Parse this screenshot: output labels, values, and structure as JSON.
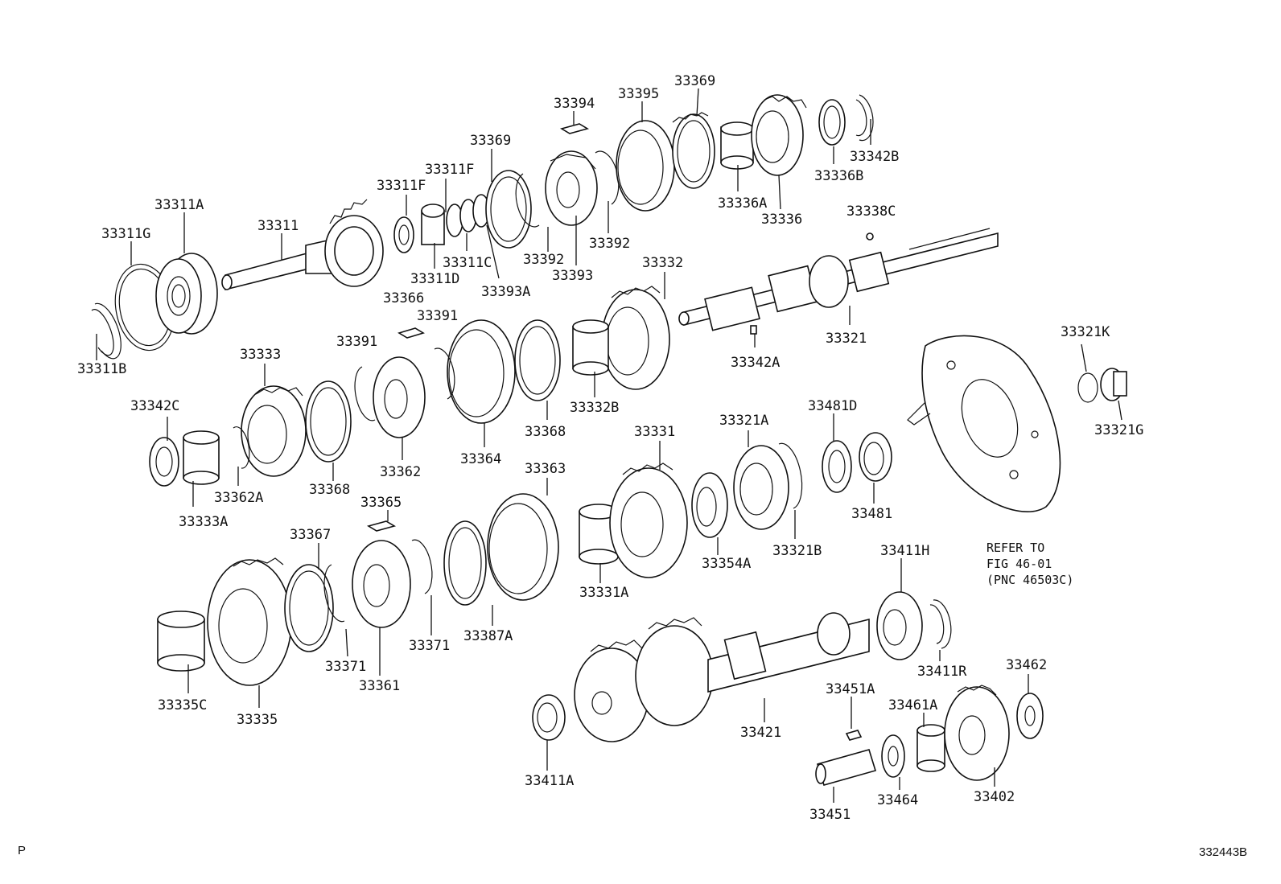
{
  "labels": [
    {
      "id": "33394",
      "text": "33394"
    },
    {
      "id": "33395",
      "text": "33395"
    },
    {
      "id": "33369a",
      "text": "33369"
    },
    {
      "id": "33369b",
      "text": "33369"
    },
    {
      "id": "33342B",
      "text": "33342B"
    },
    {
      "id": "33336B",
      "text": "33336B"
    },
    {
      "id": "33336A",
      "text": "33336A"
    },
    {
      "id": "33336",
      "text": "33336"
    },
    {
      "id": "33311Fa",
      "text": "33311F"
    },
    {
      "id": "33311Fb",
      "text": "33311F"
    },
    {
      "id": "33311A",
      "text": "33311A"
    },
    {
      "id": "33311G",
      "text": "33311G"
    },
    {
      "id": "33311",
      "text": "33311"
    },
    {
      "id": "33311C",
      "text": "33311C"
    },
    {
      "id": "33311D",
      "text": "33311D"
    },
    {
      "id": "33393A",
      "text": "33393A"
    },
    {
      "id": "33392a",
      "text": "33392"
    },
    {
      "id": "33392b",
      "text": "33392"
    },
    {
      "id": "33393",
      "text": "33393"
    },
    {
      "id": "33338C",
      "text": "33338C"
    },
    {
      "id": "33332",
      "text": "33332"
    },
    {
      "id": "33311B",
      "text": "33311B"
    },
    {
      "id": "33366",
      "text": "33366"
    },
    {
      "id": "33391a",
      "text": "33391"
    },
    {
      "id": "33391b",
      "text": "33391"
    },
    {
      "id": "33321",
      "text": "33321"
    },
    {
      "id": "33342A",
      "text": "33342A"
    },
    {
      "id": "33321K",
      "text": "33321K"
    },
    {
      "id": "33333",
      "text": "33333"
    },
    {
      "id": "33342C",
      "text": "33342C"
    },
    {
      "id": "33332B",
      "text": "33332B"
    },
    {
      "id": "33368a",
      "text": "33368"
    },
    {
      "id": "33368b",
      "text": "33368"
    },
    {
      "id": "33364",
      "text": "33364"
    },
    {
      "id": "33362",
      "text": "33362"
    },
    {
      "id": "33362A",
      "text": "33362A"
    },
    {
      "id": "33333A",
      "text": "33333A"
    },
    {
      "id": "33331",
      "text": "33331"
    },
    {
      "id": "33321A",
      "text": "33321A"
    },
    {
      "id": "33481D",
      "text": "33481D"
    },
    {
      "id": "33321G",
      "text": "33321G"
    },
    {
      "id": "33363",
      "text": "33363"
    },
    {
      "id": "33481",
      "text": "33481"
    },
    {
      "id": "33365",
      "text": "33365"
    },
    {
      "id": "33367",
      "text": "33367"
    },
    {
      "id": "33354A",
      "text": "33354A"
    },
    {
      "id": "33321B",
      "text": "33321B"
    },
    {
      "id": "33331A",
      "text": "33331A"
    },
    {
      "id": "33411H",
      "text": "33411H"
    },
    {
      "id": "33387A",
      "text": "33387A"
    },
    {
      "id": "33371a",
      "text": "33371"
    },
    {
      "id": "33371b",
      "text": "33371"
    },
    {
      "id": "33361",
      "text": "33361"
    },
    {
      "id": "33411R",
      "text": "33411R"
    },
    {
      "id": "33462",
      "text": "33462"
    },
    {
      "id": "33335C",
      "text": "33335C"
    },
    {
      "id": "33335",
      "text": "33335"
    },
    {
      "id": "33451A",
      "text": "33451A"
    },
    {
      "id": "33461A",
      "text": "33461A"
    },
    {
      "id": "33421",
      "text": "33421"
    },
    {
      "id": "33411A",
      "text": "33411A"
    },
    {
      "id": "33464",
      "text": "33464"
    },
    {
      "id": "33402",
      "text": "33402"
    },
    {
      "id": "33451",
      "text": "33451"
    }
  ],
  "reference_note": {
    "line1": "REFER TO",
    "line2": "FIG 46-01",
    "line3": "(PNC 46503C)"
  },
  "corner_left": "P",
  "corner_right": "332443B"
}
